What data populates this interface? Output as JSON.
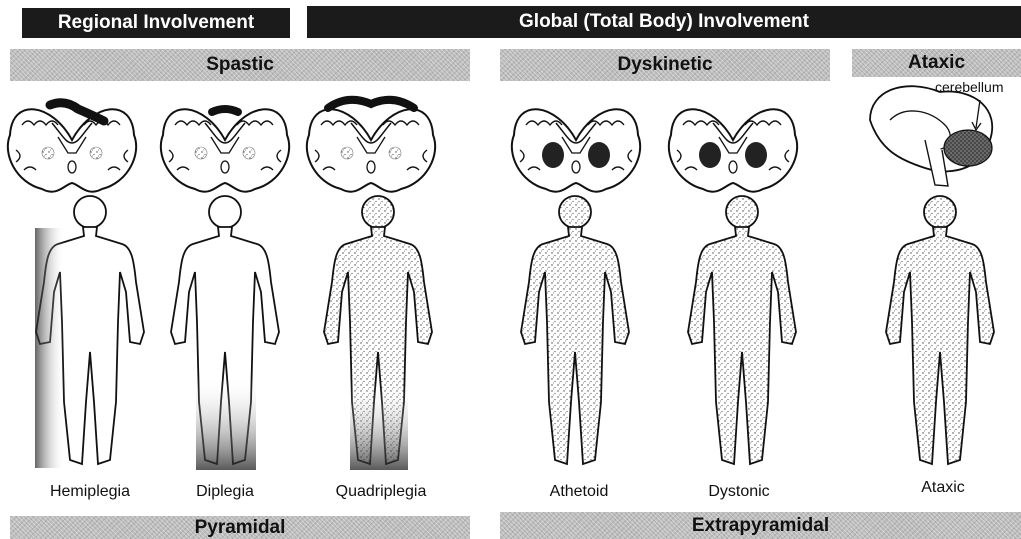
{
  "headers": {
    "regional": "Regional Involvement",
    "global": "Global (Total Body) Involvement"
  },
  "types": {
    "spastic": "Spastic",
    "dyskinetic": "Dyskinetic",
    "ataxic": "Ataxic"
  },
  "annotations": {
    "cerebellum": "cerebellum"
  },
  "figures": [
    {
      "label": "Hemiplegia"
    },
    {
      "label": "Diplegia"
    },
    {
      "label": "Quadriplegia"
    },
    {
      "label": "Athetoid"
    },
    {
      "label": "Dystonic"
    },
    {
      "label": "Ataxic"
    }
  ],
  "footers": {
    "pyramidal": "Pyramidal",
    "extrapyramidal": "Extrapyramidal"
  }
}
